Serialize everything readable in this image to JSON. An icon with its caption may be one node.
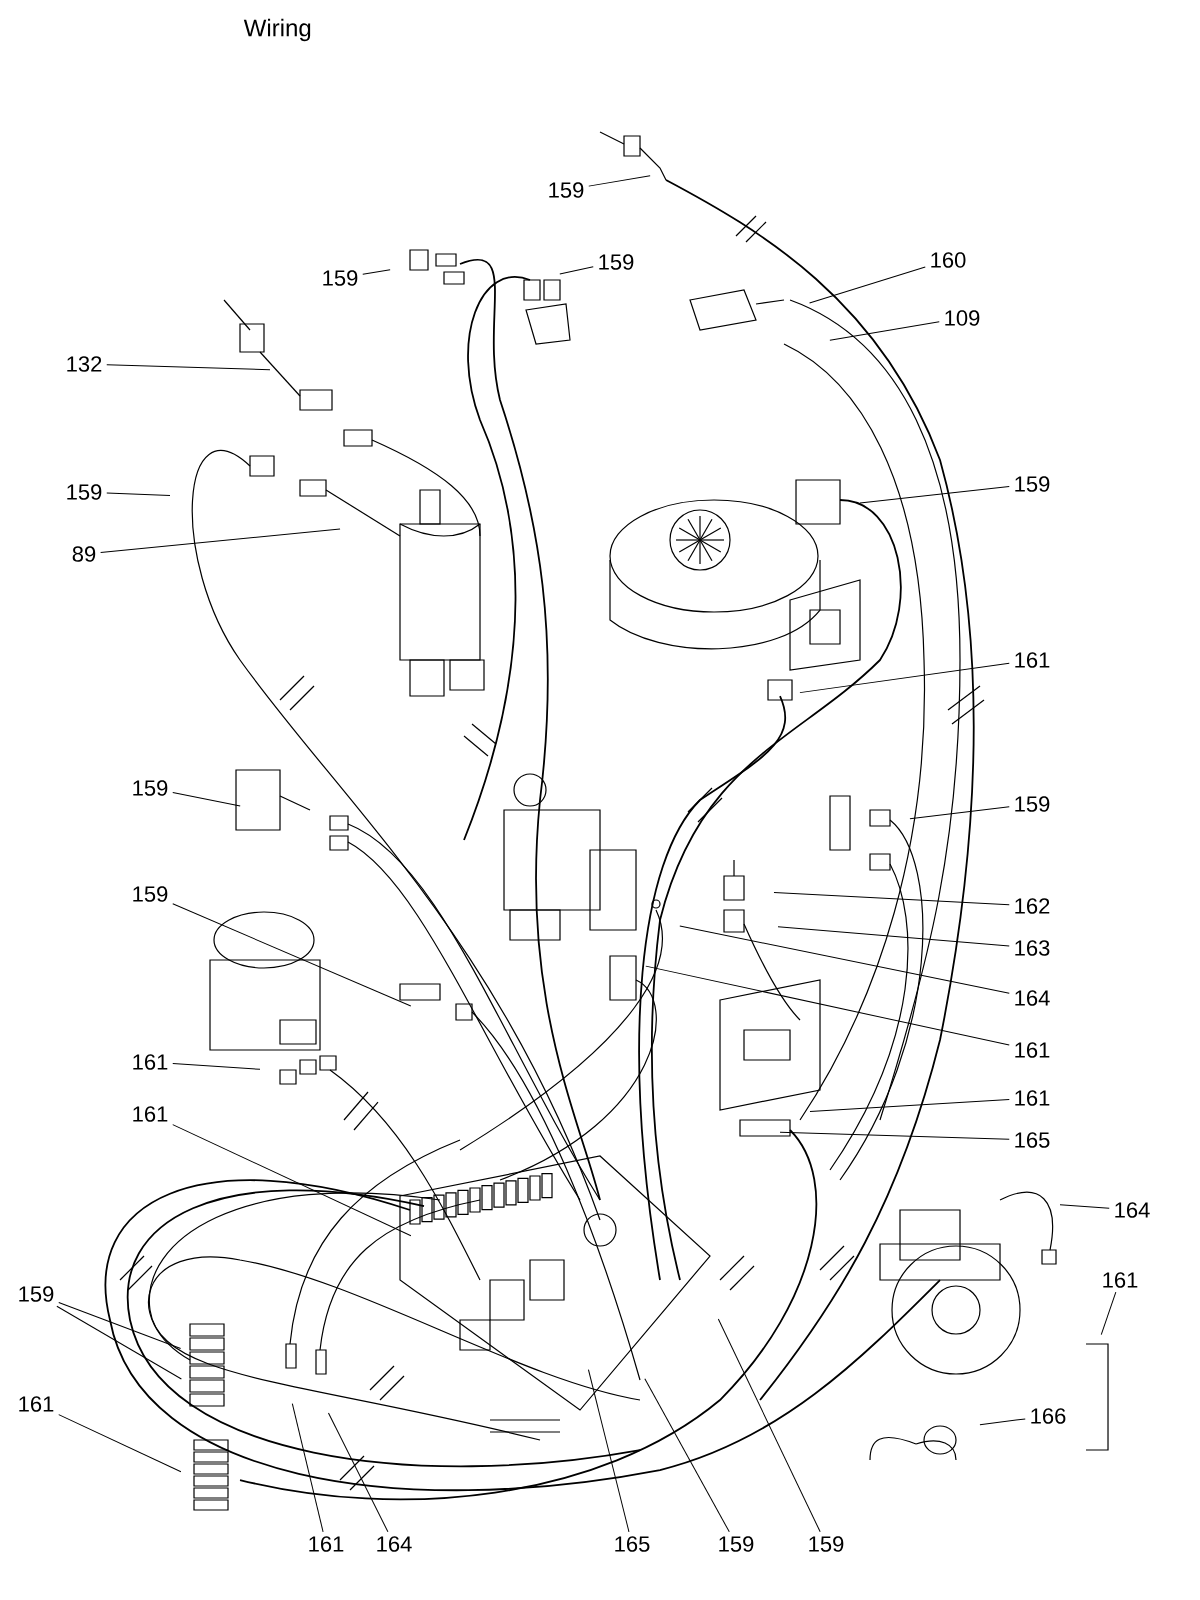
{
  "diagram": {
    "title": "Wiring",
    "nodes": [
      {
        "text": [
          "159"
        ]
      },
      {
        "text": [
          "159"
        ]
      },
      {
        "text": [
          "159"
        ]
      },
      {
        "text": [
          "160"
        ]
      },
      {
        "text": [
          "109"
        ]
      },
      {
        "text": [
          "132"
        ]
      },
      {
        "text": [
          "159"
        ]
      },
      {
        "text": [
          "89"
        ]
      },
      {
        "text": [
          "159"
        ]
      },
      {
        "text": [
          "161"
        ]
      },
      {
        "text": [
          "159"
        ]
      },
      {
        "text": [
          "159"
        ]
      },
      {
        "text": [
          "159"
        ]
      },
      {
        "text": [
          "162"
        ]
      },
      {
        "text": [
          "163"
        ]
      },
      {
        "text": [
          "164"
        ]
      },
      {
        "text": [
          "161"
        ]
      },
      {
        "text": [
          "161"
        ]
      },
      {
        "text": [
          "161"
        ]
      },
      {
        "text": [
          "161"
        ]
      },
      {
        "text": [
          "165"
        ]
      },
      {
        "text": [
          "164"
        ]
      },
      {
        "text": [
          "161"
        ]
      },
      {
        "text": [
          "166"
        ]
      },
      {
        "text": [
          "159"
        ]
      },
      {
        "text": [
          "161"
        ]
      },
      {
        "text": [
          "161"
        ]
      },
      {
        "text": [
          "164"
        ]
      },
      {
        "text": [
          "165"
        ]
      },
      {
        "text": [
          "159"
        ]
      },
      {
        "text": [
          "159"
        ]
      }
    ],
    "edges": [
      {
        "from": 0,
        "to": null,
        "arrow": "none"
      },
      {
        "from": 1,
        "to": null,
        "arrow": "none"
      },
      {
        "from": 2,
        "to": null,
        "arrow": "none"
      },
      {
        "from": 3,
        "to": null,
        "arrow": "none"
      },
      {
        "from": 4,
        "to": null,
        "arrow": "none"
      },
      {
        "from": 5,
        "to": null,
        "arrow": "none"
      },
      {
        "from": 6,
        "to": null,
        "arrow": "none"
      },
      {
        "from": 7,
        "to": null,
        "arrow": "none"
      },
      {
        "from": 8,
        "to": null,
        "arrow": "none"
      },
      {
        "from": 9,
        "to": null,
        "arrow": "none"
      },
      {
        "from": 10,
        "to": null,
        "arrow": "none"
      },
      {
        "from": 11,
        "to": null,
        "arrow": "none"
      },
      {
        "from": 12,
        "to": null,
        "arrow": "none"
      },
      {
        "from": 13,
        "to": null,
        "arrow": "none"
      },
      {
        "from": 14,
        "to": null,
        "arrow": "none"
      },
      {
        "from": 15,
        "to": null,
        "arrow": "none"
      },
      {
        "from": 16,
        "to": null,
        "arrow": "none"
      },
      {
        "from": 17,
        "to": null,
        "arrow": "none"
      },
      {
        "from": 18,
        "to": null,
        "arrow": "none"
      },
      {
        "from": 19,
        "to": null,
        "arrow": "none"
      },
      {
        "from": 20,
        "to": null,
        "arrow": "none"
      },
      {
        "from": 21,
        "to": null,
        "arrow": "none"
      },
      {
        "from": 22,
        "to": null,
        "arrow": "none"
      },
      {
        "from": 23,
        "to": null,
        "arrow": "none"
      },
      {
        "from": 24,
        "to": null,
        "arrow": "none"
      },
      {
        "from": 24,
        "to": null,
        "arrow": "none"
      },
      {
        "from": 25,
        "to": null,
        "arrow": "none"
      },
      {
        "from": 26,
        "to": null,
        "arrow": "none"
      },
      {
        "from": 27,
        "to": null,
        "arrow": "none"
      },
      {
        "from": 28,
        "to": null,
        "arrow": "none"
      },
      {
        "from": 29,
        "to": null,
        "arrow": "none"
      },
      {
        "from": 30,
        "to": null,
        "arrow": "none"
      }
    ]
  }
}
